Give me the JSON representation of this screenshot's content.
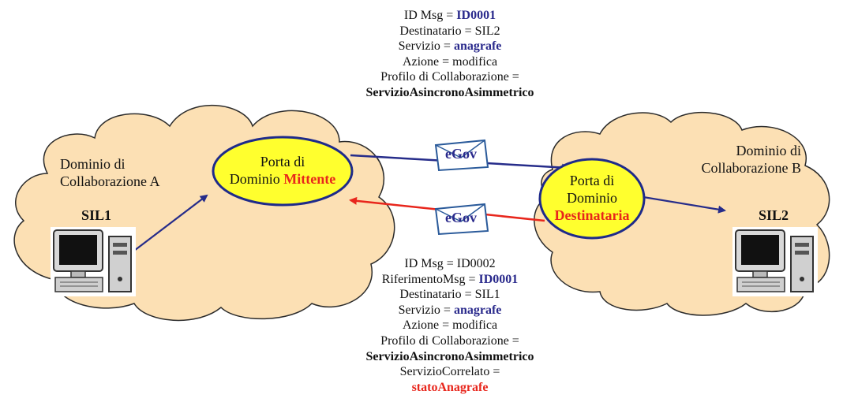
{
  "top_message": {
    "id_label": "ID Msg = ",
    "id_value": "ID0001",
    "destinatario": "Destinatario = SIL2",
    "servizio_label": "Servizio = ",
    "servizio_value": "anagrafe",
    "azione": "Azione = modifica",
    "profilo_label": "Profilo di Collaborazione =",
    "profilo_value": "ServizioAsincronoAsimmetrico"
  },
  "bottom_message": {
    "id": "ID Msg = ID0002",
    "rif_label": "RiferimentoMsg = ",
    "rif_value": "ID0001",
    "destinatario": "Destinatario = SIL1",
    "servizio_label": "Servizio = ",
    "servizio_value": "anagrafe",
    "azione": "Azione = modifica",
    "profilo_label": "Profilo di Collaborazione =",
    "profilo_value": "ServizioAsincronoAsimmetrico",
    "correlato_label": "ServizioCorrelato =",
    "correlato_value": "statoAnagrafe"
  },
  "domain_a": {
    "label_line1": "Dominio di",
    "label_line2": "Collaborazione A",
    "sil": "SIL1",
    "porta_line1": "Porta di",
    "porta_line2_prefix": "Dominio ",
    "porta_role": "Mittente"
  },
  "domain_b": {
    "label_line1": "Dominio di",
    "label_line2": "Collaborazione B",
    "sil": "SIL2",
    "porta_line1": "Porta di",
    "porta_line2": "Dominio",
    "porta_role": "Destinataria"
  },
  "envelopes": {
    "request": "eGov",
    "response": "eGov"
  },
  "colors": {
    "cloud": "#fce0b4",
    "cloud_stroke": "#2b2b2b",
    "porta_fill": "#ffff2e",
    "porta_stroke": "#1e2a8a",
    "request_arrow": "#262c8a",
    "response_arrow": "#e8261c",
    "blue_text": "#2a2a8c",
    "red_text": "#e8261c"
  }
}
